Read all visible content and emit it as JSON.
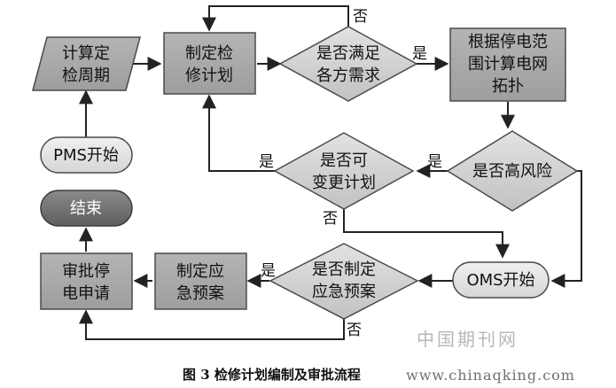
{
  "diagram": {
    "nodes": {
      "calc_cycle": {
        "lines": [
          "计算定",
          "检周期"
        ]
      },
      "make_plan": {
        "lines": [
          "制定检",
          "修计划"
        ]
      },
      "meet_need": {
        "lines": [
          "是否满足",
          "各方需求"
        ]
      },
      "topology": {
        "lines": [
          "根据停电范",
          "围计算电网",
          "拓扑"
        ]
      },
      "pms_start": {
        "lines": [
          "PMS开始"
        ]
      },
      "high_risk": {
        "lines": [
          "是否高风险"
        ]
      },
      "can_change": {
        "lines": [
          "是否可",
          "变更计划"
        ]
      },
      "end": {
        "lines": [
          "结束"
        ]
      },
      "oms_start": {
        "lines": [
          "OMS开始"
        ]
      },
      "approve": {
        "lines": [
          "审批停",
          "电申请"
        ]
      },
      "emergency_plan": {
        "lines": [
          "制定应",
          "急预案"
        ]
      },
      "need_emergency": {
        "lines": [
          "是否制定",
          "应急预案"
        ]
      }
    },
    "edge_labels": {
      "meet_no": "否",
      "meet_yes": "是",
      "risk_yes": "是",
      "change_yes": "是",
      "change_no": "否",
      "emerg_yes": "是",
      "emerg_no": "否"
    },
    "caption": "图 3  检修计划编制及审批流程",
    "watermark_cn": "中国期刊网",
    "watermark_url": "www.chinaqking.com",
    "colors": {
      "process_fill": "#a9a9a9",
      "decision_fill_top": "#e0e0e0",
      "decision_fill_bottom": "#c4c4c4",
      "start_fill": "#e4e4e4",
      "end_fill": "#707070",
      "stroke": "#4a4a4a",
      "arrow": "#222222"
    }
  }
}
